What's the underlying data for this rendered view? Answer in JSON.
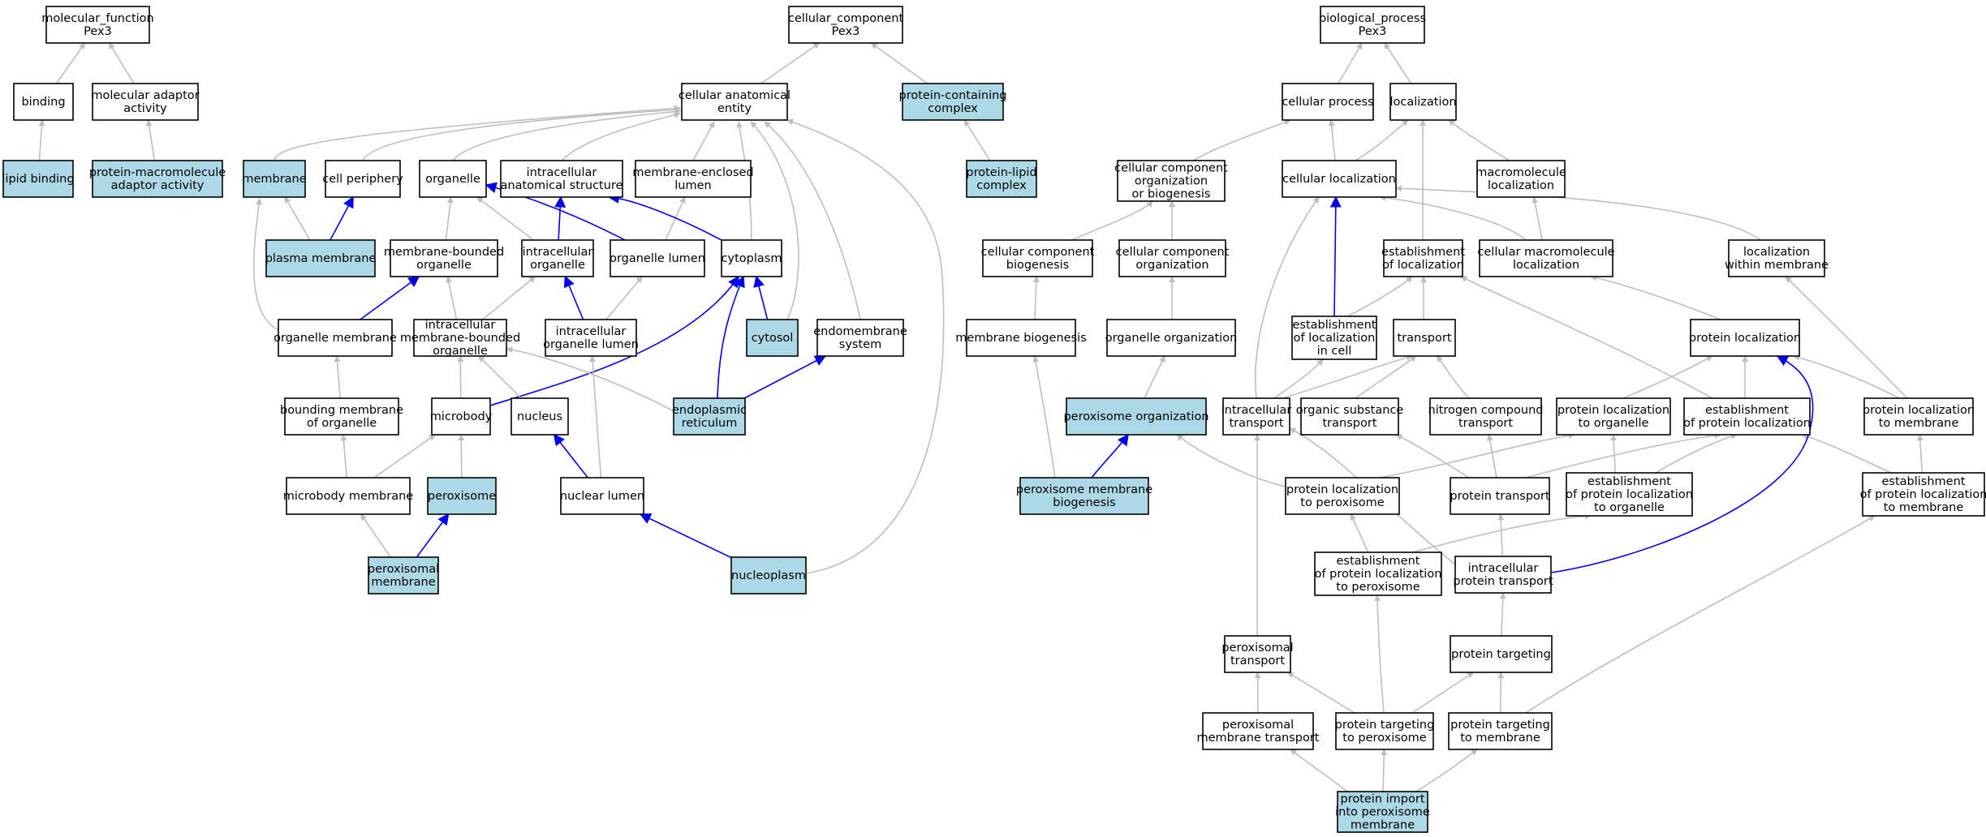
{
  "colors": {
    "highlight_fill": "#add8e6",
    "default_fill": "#ffffff",
    "is_a_edge": "#bebebe",
    "part_of_edge": "#0000ee",
    "border": "#000000"
  },
  "nodes": [
    {
      "id": "mf_root",
      "lines": [
        "molecular_function",
        "Pex3"
      ],
      "highlight": false
    },
    {
      "id": "binding",
      "lines": [
        "binding"
      ],
      "highlight": false
    },
    {
      "id": "mol_adaptor",
      "lines": [
        "molecular adaptor",
        "activity"
      ],
      "highlight": false
    },
    {
      "id": "lipid_binding",
      "lines": [
        "lipid binding"
      ],
      "highlight": true
    },
    {
      "id": "pm_adaptor",
      "lines": [
        "protein-macromolecule",
        "adaptor activity"
      ],
      "highlight": true
    },
    {
      "id": "cc_root",
      "lines": [
        "cellular_component",
        "Pex3"
      ],
      "highlight": false
    },
    {
      "id": "cae",
      "lines": [
        "cellular anatomical",
        "entity"
      ],
      "highlight": false
    },
    {
      "id": "pcc",
      "lines": [
        "protein-containing",
        "complex"
      ],
      "highlight": true
    },
    {
      "id": "plc",
      "lines": [
        "protein-lipid",
        "complex"
      ],
      "highlight": true
    },
    {
      "id": "membrane",
      "lines": [
        "membrane"
      ],
      "highlight": true
    },
    {
      "id": "cell_periphery",
      "lines": [
        "cell periphery"
      ],
      "highlight": false
    },
    {
      "id": "organelle",
      "lines": [
        "organelle"
      ],
      "highlight": false
    },
    {
      "id": "ias",
      "lines": [
        "intracellular",
        "anatomical structure"
      ],
      "highlight": false
    },
    {
      "id": "mel",
      "lines": [
        "membrane-enclosed",
        "lumen"
      ],
      "highlight": false
    },
    {
      "id": "plasma_membrane",
      "lines": [
        "plasma membrane"
      ],
      "highlight": true
    },
    {
      "id": "mbo",
      "lines": [
        "membrane-bounded",
        "organelle"
      ],
      "highlight": false
    },
    {
      "id": "ico",
      "lines": [
        "intracellular",
        "organelle"
      ],
      "highlight": false
    },
    {
      "id": "organelle_lumen",
      "lines": [
        "organelle lumen"
      ],
      "highlight": false
    },
    {
      "id": "cytoplasm",
      "lines": [
        "cytoplasm"
      ],
      "highlight": false
    },
    {
      "id": "organelle_membrane",
      "lines": [
        "organelle membrane"
      ],
      "highlight": false
    },
    {
      "id": "imbo",
      "lines": [
        "intracellular",
        "membrane-bounded",
        "organelle"
      ],
      "highlight": false
    },
    {
      "id": "iol",
      "lines": [
        "intracellular",
        "organelle lumen"
      ],
      "highlight": false
    },
    {
      "id": "cytosol",
      "lines": [
        "cytosol"
      ],
      "highlight": true
    },
    {
      "id": "endomembrane",
      "lines": [
        "endomembrane",
        "system"
      ],
      "highlight": false
    },
    {
      "id": "bmo",
      "lines": [
        "bounding membrane",
        "of organelle"
      ],
      "highlight": false
    },
    {
      "id": "microbody",
      "lines": [
        "microbody"
      ],
      "highlight": false
    },
    {
      "id": "nucleus",
      "lines": [
        "nucleus"
      ],
      "highlight": false
    },
    {
      "id": "er",
      "lines": [
        "endoplasmic",
        "reticulum"
      ],
      "highlight": true
    },
    {
      "id": "microbody_membrane",
      "lines": [
        "microbody membrane"
      ],
      "highlight": false
    },
    {
      "id": "peroxisome",
      "lines": [
        "peroxisome"
      ],
      "highlight": true
    },
    {
      "id": "nuclear_lumen",
      "lines": [
        "nuclear lumen"
      ],
      "highlight": false
    },
    {
      "id": "peroxisomal_membrane",
      "lines": [
        "peroxisomal",
        "membrane"
      ],
      "highlight": true
    },
    {
      "id": "nucleoplasm",
      "lines": [
        "nucleoplasm"
      ],
      "highlight": true
    },
    {
      "id": "bp_root",
      "lines": [
        "biological_process",
        "Pex3"
      ],
      "highlight": false
    },
    {
      "id": "cellular_process",
      "lines": [
        "cellular process"
      ],
      "highlight": false
    },
    {
      "id": "localization",
      "lines": [
        "localization"
      ],
      "highlight": false
    },
    {
      "id": "ccob",
      "lines": [
        "cellular component",
        "organization",
        "or biogenesis"
      ],
      "highlight": false
    },
    {
      "id": "cell_loc",
      "lines": [
        "cellular localization"
      ],
      "highlight": false
    },
    {
      "id": "macro_loc",
      "lines": [
        "macromolecule",
        "localization"
      ],
      "highlight": false
    },
    {
      "id": "ccb",
      "lines": [
        "cellular component",
        "biogenesis"
      ],
      "highlight": false
    },
    {
      "id": "cco",
      "lines": [
        "cellular component",
        "organization"
      ],
      "highlight": false
    },
    {
      "id": "est_loc",
      "lines": [
        "establishment",
        "of localization"
      ],
      "highlight": false
    },
    {
      "id": "cml",
      "lines": [
        "cellular macromolecule",
        "localization"
      ],
      "highlight": false
    },
    {
      "id": "loc_wm",
      "lines": [
        "localization",
        "within membrane"
      ],
      "highlight": false
    },
    {
      "id": "mem_biogen",
      "lines": [
        "membrane biogenesis"
      ],
      "highlight": false
    },
    {
      "id": "org_org",
      "lines": [
        "organelle organization"
      ],
      "highlight": false
    },
    {
      "id": "est_loc_cell",
      "lines": [
        "establishment",
        "of localization",
        "in cell"
      ],
      "highlight": false
    },
    {
      "id": "transport",
      "lines": [
        "transport"
      ],
      "highlight": false
    },
    {
      "id": "prot_loc",
      "lines": [
        "protein localization"
      ],
      "highlight": false
    },
    {
      "id": "perox_org",
      "lines": [
        "peroxisome organization"
      ],
      "highlight": true
    },
    {
      "id": "ic_transport",
      "lines": [
        "intracellular",
        "transport"
      ],
      "highlight": false
    },
    {
      "id": "ost",
      "lines": [
        "organic substance",
        "transport"
      ],
      "highlight": false
    },
    {
      "id": "nct",
      "lines": [
        "nitrogen compound",
        "transport"
      ],
      "highlight": false
    },
    {
      "id": "plto",
      "lines": [
        "protein localization",
        "to organelle"
      ],
      "highlight": false
    },
    {
      "id": "epl",
      "lines": [
        "establishment",
        "of protein localization"
      ],
      "highlight": false
    },
    {
      "id": "pltm",
      "lines": [
        "protein localization",
        "to membrane"
      ],
      "highlight": false
    },
    {
      "id": "pmb",
      "lines": [
        "peroxisome membrane",
        "biogenesis"
      ],
      "highlight": true
    },
    {
      "id": "pltp",
      "lines": [
        "protein localization",
        "to peroxisome"
      ],
      "highlight": false
    },
    {
      "id": "prot_transport",
      "lines": [
        "protein transport"
      ],
      "highlight": false
    },
    {
      "id": "eplto",
      "lines": [
        "establishment",
        "of protein localization",
        "to organelle"
      ],
      "highlight": false
    },
    {
      "id": "epltm",
      "lines": [
        "establishment",
        "of protein localization",
        "to membrane"
      ],
      "highlight": false
    },
    {
      "id": "epltp",
      "lines": [
        "establishment",
        "of protein localization",
        "to peroxisome"
      ],
      "highlight": false
    },
    {
      "id": "ipt",
      "lines": [
        "intracellular",
        "protein transport"
      ],
      "highlight": false
    },
    {
      "id": "perox_transport",
      "lines": [
        "peroxisomal",
        "transport"
      ],
      "highlight": false
    },
    {
      "id": "prot_targeting",
      "lines": [
        "protein targeting"
      ],
      "highlight": false
    },
    {
      "id": "pmt",
      "lines": [
        "peroxisomal",
        "membrane transport"
      ],
      "highlight": false
    },
    {
      "id": "ptp",
      "lines": [
        "protein targeting",
        "to peroxisome"
      ],
      "highlight": false
    },
    {
      "id": "ptm",
      "lines": [
        "protein targeting",
        "to membrane"
      ],
      "highlight": false
    },
    {
      "id": "pipm",
      "lines": [
        "protein import",
        "into peroxisome",
        "membrane"
      ],
      "highlight": true
    }
  ],
  "edges": [
    {
      "from": "binding",
      "to": "mf_root",
      "type": "is_a"
    },
    {
      "from": "mol_adaptor",
      "to": "mf_root",
      "type": "is_a"
    },
    {
      "from": "lipid_binding",
      "to": "binding",
      "type": "is_a"
    },
    {
      "from": "pm_adaptor",
      "to": "mol_adaptor",
      "type": "is_a"
    },
    {
      "from": "cae",
      "to": "cc_root",
      "type": "is_a"
    },
    {
      "from": "pcc",
      "to": "cc_root",
      "type": "is_a"
    },
    {
      "from": "plc",
      "to": "pcc",
      "type": "is_a"
    },
    {
      "from": "membrane",
      "to": "cae",
      "type": "is_a"
    },
    {
      "from": "cell_periphery",
      "to": "cae",
      "type": "is_a"
    },
    {
      "from": "organelle",
      "to": "cae",
      "type": "is_a"
    },
    {
      "from": "ias",
      "to": "cae",
      "type": "is_a"
    },
    {
      "from": "mel",
      "to": "cae",
      "type": "is_a"
    },
    {
      "from": "cytoplasm",
      "to": "cae",
      "type": "is_a"
    },
    {
      "from": "cytosol",
      "to": "cae",
      "type": "is_a"
    },
    {
      "from": "endomembrane",
      "to": "cae",
      "type": "is_a"
    },
    {
      "from": "nucleoplasm",
      "to": "cae",
      "type": "is_a"
    },
    {
      "from": "plasma_membrane",
      "to": "membrane",
      "type": "is_a"
    },
    {
      "from": "plasma_membrane",
      "to": "cell_periphery",
      "type": "part_of"
    },
    {
      "from": "mbo",
      "to": "organelle",
      "type": "is_a"
    },
    {
      "from": "ico",
      "to": "organelle",
      "type": "is_a"
    },
    {
      "from": "ico",
      "to": "ias",
      "type": "part_of"
    },
    {
      "from": "organelle_lumen",
      "to": "organelle",
      "type": "part_of"
    },
    {
      "from": "organelle_lumen",
      "to": "mel",
      "type": "is_a"
    },
    {
      "from": "cytoplasm",
      "to": "ias",
      "type": "part_of"
    },
    {
      "from": "organelle_membrane",
      "to": "membrane",
      "type": "is_a"
    },
    {
      "from": "organelle_membrane",
      "to": "mbo",
      "type": "part_of"
    },
    {
      "from": "imbo",
      "to": "mbo",
      "type": "is_a"
    },
    {
      "from": "imbo",
      "to": "ico",
      "type": "is_a"
    },
    {
      "from": "iol",
      "to": "ico",
      "type": "part_of"
    },
    {
      "from": "iol",
      "to": "organelle_lumen",
      "type": "is_a"
    },
    {
      "from": "cytosol",
      "to": "cytoplasm",
      "type": "part_of"
    },
    {
      "from": "bmo",
      "to": "organelle_membrane",
      "type": "is_a"
    },
    {
      "from": "microbody",
      "to": "imbo",
      "type": "is_a"
    },
    {
      "from": "microbody",
      "to": "cytoplasm",
      "type": "part_of"
    },
    {
      "from": "nucleus",
      "to": "imbo",
      "type": "is_a"
    },
    {
      "from": "er",
      "to": "imbo",
      "type": "is_a"
    },
    {
      "from": "er",
      "to": "cytoplasm",
      "type": "part_of"
    },
    {
      "from": "er",
      "to": "endomembrane",
      "type": "part_of"
    },
    {
      "from": "microbody_membrane",
      "to": "bmo",
      "type": "is_a"
    },
    {
      "from": "microbody_membrane",
      "to": "microbody",
      "type": "is_a"
    },
    {
      "from": "peroxisome",
      "to": "microbody",
      "type": "is_a"
    },
    {
      "from": "nuclear_lumen",
      "to": "nucleus",
      "type": "part_of"
    },
    {
      "from": "nuclear_lumen",
      "to": "iol",
      "type": "is_a"
    },
    {
      "from": "peroxisomal_membrane",
      "to": "microbody_membrane",
      "type": "is_a"
    },
    {
      "from": "peroxisomal_membrane",
      "to": "peroxisome",
      "type": "part_of"
    },
    {
      "from": "nucleoplasm",
      "to": "nuclear_lumen",
      "type": "part_of"
    },
    {
      "from": "cellular_process",
      "to": "bp_root",
      "type": "is_a"
    },
    {
      "from": "localization",
      "to": "bp_root",
      "type": "is_a"
    },
    {
      "from": "ccob",
      "to": "cellular_process",
      "type": "is_a"
    },
    {
      "from": "cell_loc",
      "to": "cellular_process",
      "type": "is_a"
    },
    {
      "from": "cell_loc",
      "to": "localization",
      "type": "is_a"
    },
    {
      "from": "macro_loc",
      "to": "localization",
      "type": "is_a"
    },
    {
      "from": "est_loc",
      "to": "localization",
      "type": "is_a"
    },
    {
      "from": "ccb",
      "to": "ccob",
      "type": "is_a"
    },
    {
      "from": "cco",
      "to": "ccob",
      "type": "is_a"
    },
    {
      "from": "cml",
      "to": "cell_loc",
      "type": "is_a"
    },
    {
      "from": "cml",
      "to": "macro_loc",
      "type": "is_a"
    },
    {
      "from": "loc_wm",
      "to": "cell_loc",
      "type": "is_a"
    },
    {
      "from": "mem_biogen",
      "to": "ccb",
      "type": "is_a"
    },
    {
      "from": "org_org",
      "to": "cco",
      "type": "is_a"
    },
    {
      "from": "est_loc_cell",
      "to": "est_loc",
      "type": "is_a"
    },
    {
      "from": "est_loc_cell",
      "to": "cell_loc",
      "type": "part_of"
    },
    {
      "from": "transport",
      "to": "est_loc",
      "type": "is_a"
    },
    {
      "from": "prot_loc",
      "to": "cml",
      "type": "is_a"
    },
    {
      "from": "perox_org",
      "to": "org_org",
      "type": "is_a"
    },
    {
      "from": "ic_transport",
      "to": "cell_loc",
      "type": "is_a"
    },
    {
      "from": "ic_transport",
      "to": "est_loc_cell",
      "type": "is_a"
    },
    {
      "from": "ic_transport",
      "to": "transport",
      "type": "is_a"
    },
    {
      "from": "ost",
      "to": "transport",
      "type": "is_a"
    },
    {
      "from": "nct",
      "to": "transport",
      "type": "is_a"
    },
    {
      "from": "plto",
      "to": "prot_loc",
      "type": "is_a"
    },
    {
      "from": "epl",
      "to": "est_loc",
      "type": "is_a"
    },
    {
      "from": "epl",
      "to": "prot_loc",
      "type": "is_a"
    },
    {
      "from": "pltm",
      "to": "prot_loc",
      "type": "is_a"
    },
    {
      "from": "pltm",
      "to": "loc_wm",
      "type": "is_a"
    },
    {
      "from": "pmb",
      "to": "mem_biogen",
      "type": "is_a"
    },
    {
      "from": "pmb",
      "to": "perox_org",
      "type": "part_of"
    },
    {
      "from": "pltp",
      "to": "perox_org",
      "type": "is_a"
    },
    {
      "from": "pltp",
      "to": "plto",
      "type": "is_a"
    },
    {
      "from": "prot_transport",
      "to": "ost",
      "type": "is_a"
    },
    {
      "from": "prot_transport",
      "to": "nct",
      "type": "is_a"
    },
    {
      "from": "prot_transport",
      "to": "epl",
      "type": "is_a"
    },
    {
      "from": "eplto",
      "to": "plto",
      "type": "is_a"
    },
    {
      "from": "eplto",
      "to": "epl",
      "type": "is_a"
    },
    {
      "from": "epltm",
      "to": "pltm",
      "type": "is_a"
    },
    {
      "from": "epltm",
      "to": "epl",
      "type": "is_a"
    },
    {
      "from": "epltp",
      "to": "pltp",
      "type": "is_a"
    },
    {
      "from": "epltp",
      "to": "eplto",
      "type": "is_a"
    },
    {
      "from": "ipt",
      "to": "ic_transport",
      "type": "is_a"
    },
    {
      "from": "ipt",
      "to": "prot_transport",
      "type": "is_a"
    },
    {
      "from": "ipt",
      "to": "prot_loc",
      "type": "part_of"
    },
    {
      "from": "perox_transport",
      "to": "ic_transport",
      "type": "is_a"
    },
    {
      "from": "prot_targeting",
      "to": "ipt",
      "type": "is_a"
    },
    {
      "from": "pmt",
      "to": "perox_transport",
      "type": "is_a"
    },
    {
      "from": "ptp",
      "to": "perox_transport",
      "type": "is_a"
    },
    {
      "from": "ptp",
      "to": "prot_targeting",
      "type": "is_a"
    },
    {
      "from": "ptp",
      "to": "epltp",
      "type": "is_a"
    },
    {
      "from": "ptm",
      "to": "prot_targeting",
      "type": "is_a"
    },
    {
      "from": "ptm",
      "to": "epltm",
      "type": "is_a"
    },
    {
      "from": "pipm",
      "to": "pmt",
      "type": "is_a"
    },
    {
      "from": "pipm",
      "to": "ptp",
      "type": "is_a"
    },
    {
      "from": "pipm",
      "to": "ptm",
      "type": "is_a"
    }
  ]
}
